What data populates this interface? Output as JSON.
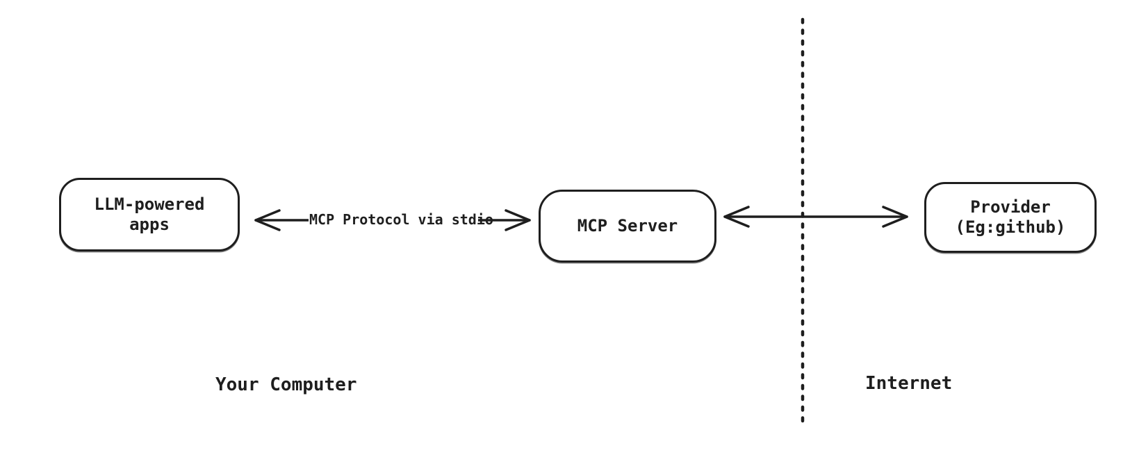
{
  "diagram": {
    "colors": {
      "stroke": "#1e1e1e",
      "background": "#ffffff"
    },
    "nodes": {
      "llm_apps": {
        "line1": "LLM-powered",
        "line2": "apps"
      },
      "mcp_server": {
        "label": "MCP Server"
      },
      "provider": {
        "line1": "Provider",
        "line2": "(Eg:github)"
      }
    },
    "connections": {
      "stdio_arrow": {
        "label": "MCP Protocol via stdio",
        "style": "double-headed"
      },
      "internet_arrow": {
        "label": "",
        "style": "double-headed"
      }
    },
    "zones": {
      "local": {
        "label": "Your Computer"
      },
      "internet": {
        "label": "Internet"
      }
    }
  }
}
